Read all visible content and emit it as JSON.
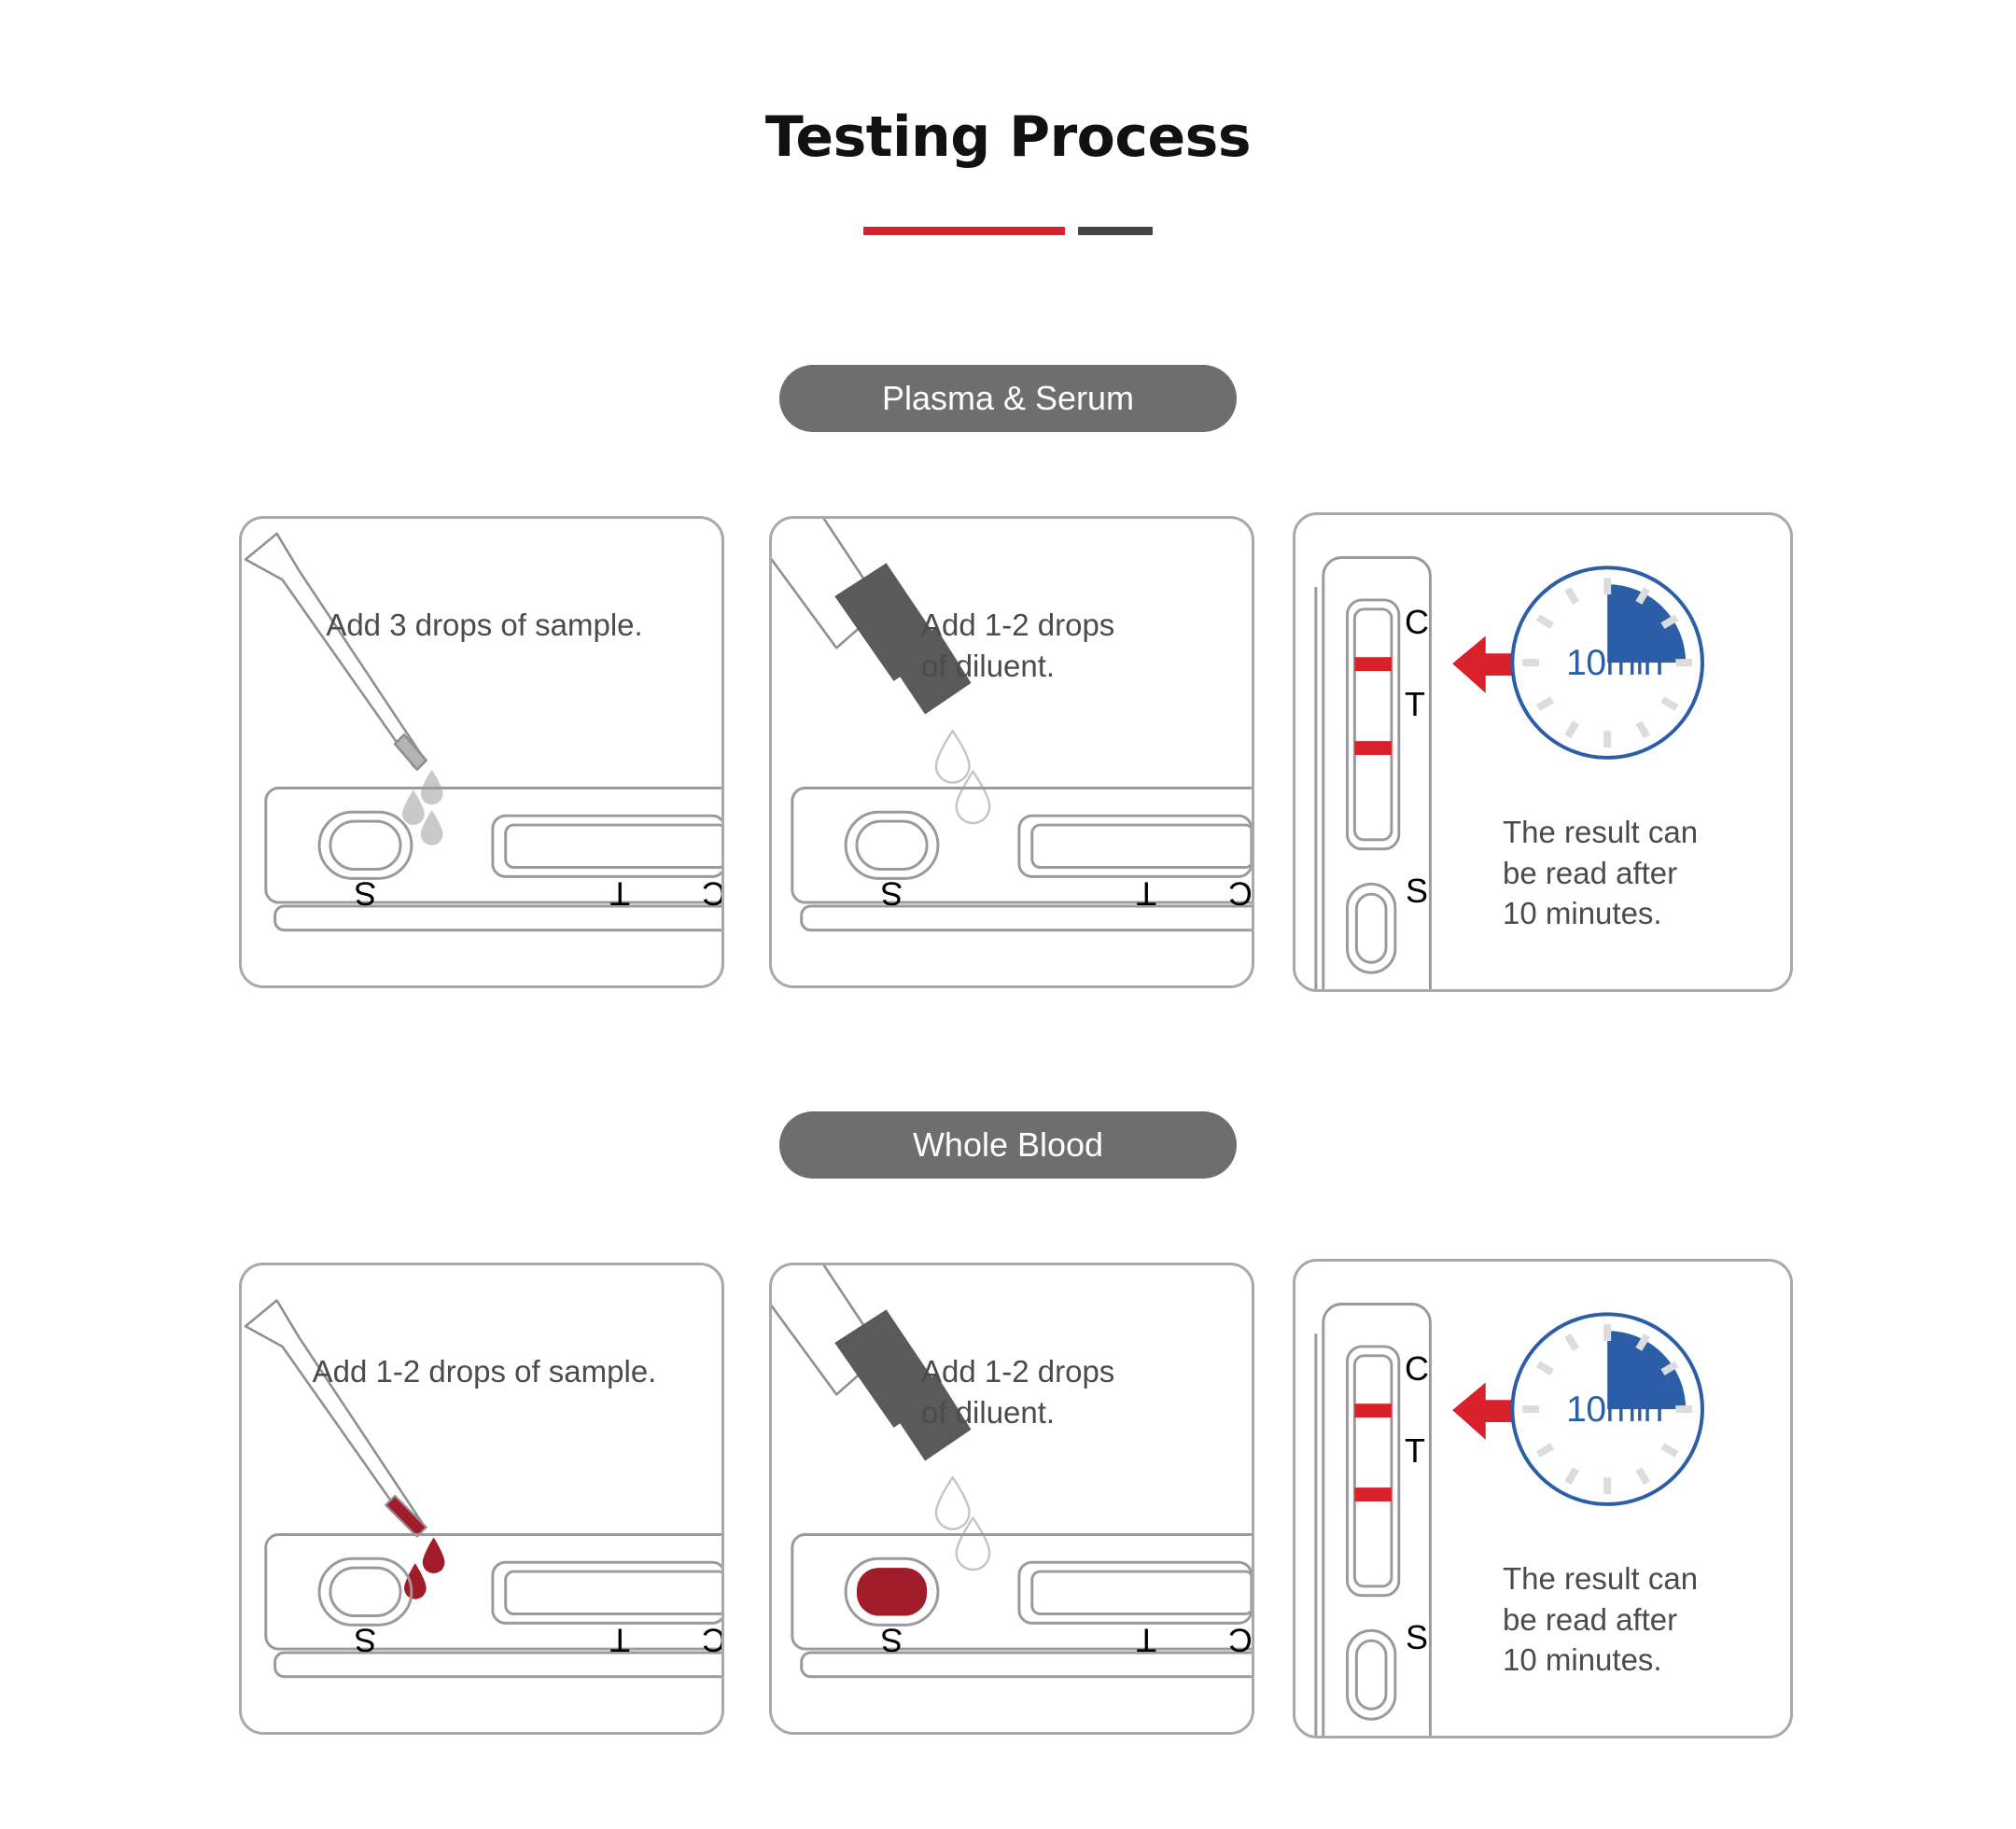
{
  "header": {
    "title": "Testing Process",
    "accent_primary_color": "#d8212a",
    "accent_secondary_color": "#444444"
  },
  "theme": {
    "pill_bg": "#6e6e6e",
    "card_border": "#a9a9a9",
    "caption_text": "#4b4b4b",
    "line_red": "#d8212a",
    "blood_red": "#a01c2a",
    "clock_blue": "#2b5ea7",
    "clock_tick": "#dcdcdc",
    "dropper_cap": "#5a5a5a",
    "drop_gray": "#c9c9c9"
  },
  "sections": [
    {
      "pill_label": "Plasma & Serum",
      "cards": [
        {
          "caption": "Add 3 drops of sample.",
          "art": "pipette-clear",
          "drops": 3,
          "drop_color": "#c9c9c9",
          "well_filled": false,
          "labels": {
            "sample": "S",
            "test": "T",
            "control": "C"
          }
        },
        {
          "caption": "Add 1-2 drops\nof diluent.",
          "art": "dropper-bottle",
          "drops": 2,
          "drop_color": "#ffffff",
          "well_filled": false,
          "labels": {
            "sample": "S",
            "test": "T",
            "control": "C"
          }
        },
        {
          "caption": "The result can\nbe read after\n10 minutes.",
          "art": "result-cassette",
          "clock_label": "10min",
          "clock_minutes": 10,
          "labels": {
            "control": "C",
            "test": "T",
            "sample": "S"
          }
        }
      ]
    },
    {
      "pill_label": "Whole Blood",
      "cards": [
        {
          "caption": "Add 1-2 drops of sample.",
          "art": "pipette-blood",
          "drops": 2,
          "drop_color": "#a01c2a",
          "well_filled": false,
          "labels": {
            "sample": "S",
            "test": "T",
            "control": "C"
          }
        },
        {
          "caption": "Add 1-2 drops\nof diluent.",
          "art": "dropper-bottle",
          "drops": 2,
          "drop_color": "#ffffff",
          "well_filled": true,
          "labels": {
            "sample": "S",
            "test": "T",
            "control": "C"
          }
        },
        {
          "caption": "The result can\nbe read after\n10 minutes.",
          "art": "result-cassette",
          "clock_label": "10min",
          "clock_minutes": 10,
          "labels": {
            "control": "C",
            "test": "T",
            "sample": "S"
          }
        }
      ]
    }
  ]
}
